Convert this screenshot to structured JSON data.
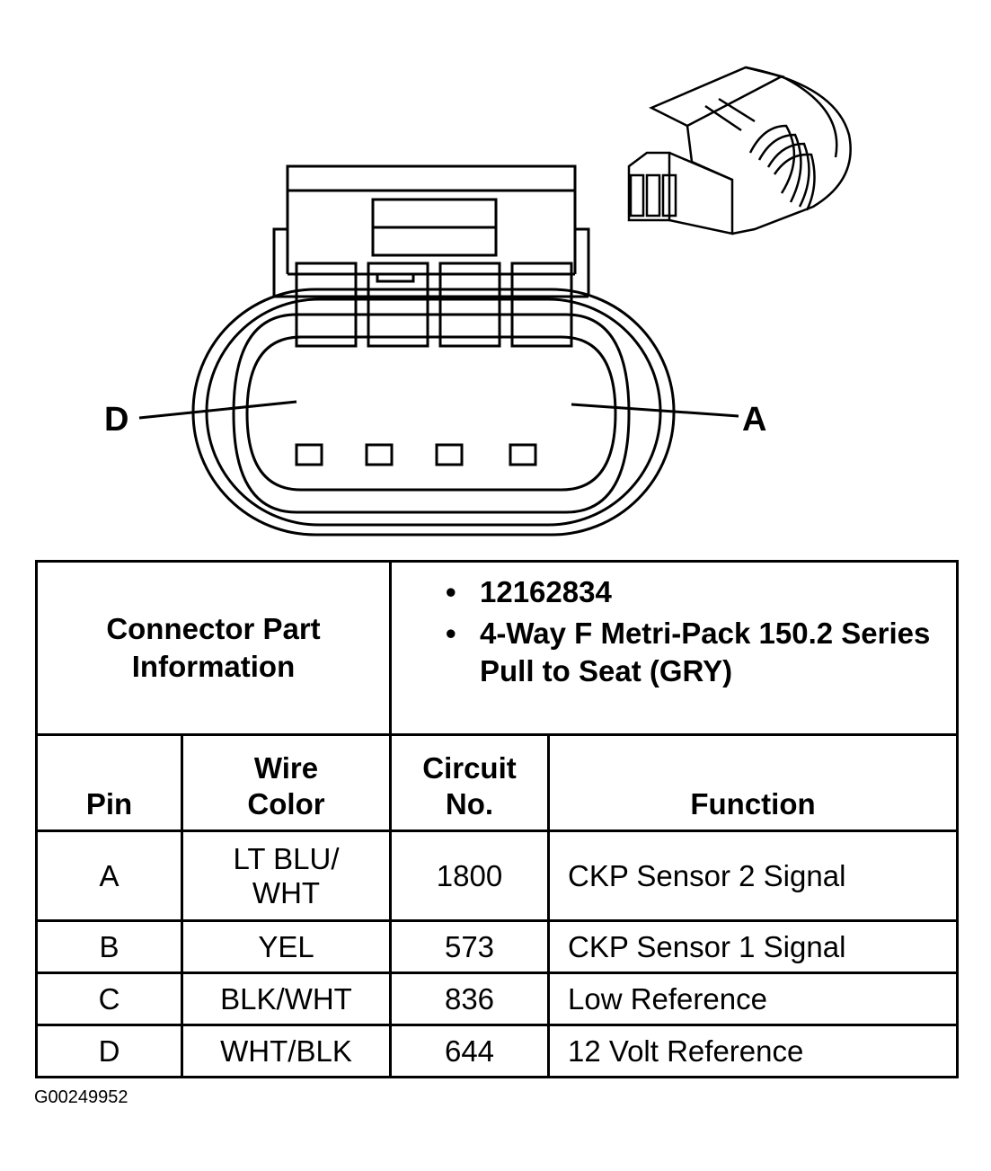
{
  "connector_view": {
    "label_left": "D",
    "label_right": "A"
  },
  "part_info": {
    "header": "Connector Part Information",
    "bullet_symbol": "•",
    "items": [
      "12162834",
      "4-Way F Metri-Pack 150.2 Series Pull to Seat (GRY)"
    ]
  },
  "columns": {
    "pin": "Pin",
    "wire_color": "Wire Color",
    "circuit": "Circuit No.",
    "function": "Function"
  },
  "rows": [
    {
      "pin": "A",
      "wire": "LT BLU/ WHT",
      "circuit": "1800",
      "function": "CKP Sensor 2 Signal"
    },
    {
      "pin": "B",
      "wire": "YEL",
      "circuit": "573",
      "function": "CKP Sensor 1 Signal"
    },
    {
      "pin": "C",
      "wire": "BLK/WHT",
      "circuit": "836",
      "function": "Low Reference"
    },
    {
      "pin": "D",
      "wire": "WHT/BLK",
      "circuit": "644",
      "function": "12 Volt Reference"
    }
  ],
  "figure_id": "G00249952"
}
